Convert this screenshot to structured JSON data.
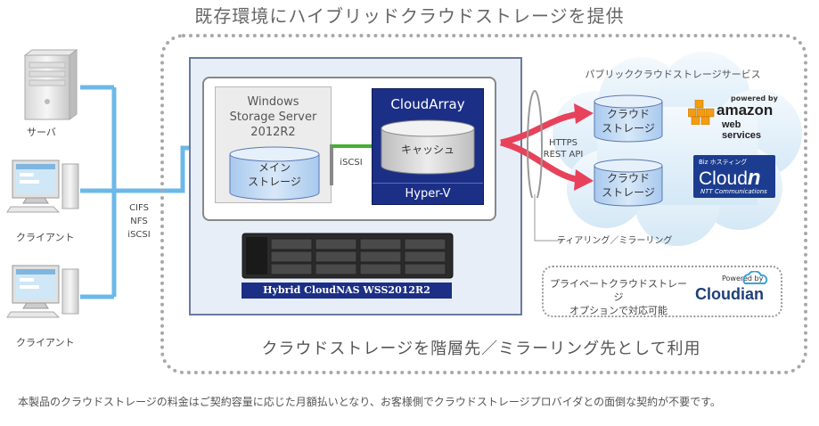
{
  "title": "既存環境にハイブリッドクラウドストレージを提供",
  "devices": {
    "server_label": "サーバ",
    "client1_label": "クライアント",
    "client2_label": "クライアント"
  },
  "protocols": [
    "CIFS",
    "NFS",
    "iSCSI"
  ],
  "appliance": {
    "wss_lines": [
      "Windows",
      "Storage Server",
      "2012R2"
    ],
    "main_storage_lines": [
      "メイン",
      "ストレージ"
    ],
    "iscsi_link": "iSCSI",
    "cloudarray_title": "CloudArray",
    "cache_label": "キャッシュ",
    "hyperv_label": "Hyper-V",
    "nas_label": "Hybrid CloudNAS WSS2012R2"
  },
  "cloud": {
    "title": "パブリッククラウドストレージサービス",
    "storage1_lines": [
      "クラウド",
      "ストレージ"
    ],
    "storage2_lines": [
      "クラウド",
      "ストレージ"
    ],
    "https_lines": [
      "HTTPS",
      "REST API"
    ],
    "tiering_label": "ティアリング／ミラーリング"
  },
  "logos": {
    "amazon_powered": "powered by",
    "amazon_main": "amazon",
    "amazon_sub": "web services",
    "ntt_top": "Biz ホスティング",
    "ntt_main": "Cloud",
    "ntt_n": "n",
    "ntt_sub": "NTT Communications",
    "cloudian_powered": "Powered by",
    "cloudian_main": "Cloudian"
  },
  "private_cloud_lines": [
    "プライベートクラウドストレージ",
    "オプションで対応可能"
  ],
  "bottom_caption": "クラウドストレージを階層先／ミラーリング先として利用",
  "footnote": "本製品のクラウドストレージの料金はご契約容量に応じた月額払いとなり、お客様側でクラウドストレージプロバイダとの面倒な契約が不要です。",
  "colors": {
    "connector_blue": "#6cb8e8",
    "cloudarray_navy": "#1c2f86",
    "arrow_red": "#e8425a",
    "iscsi_green": "#44b030"
  }
}
